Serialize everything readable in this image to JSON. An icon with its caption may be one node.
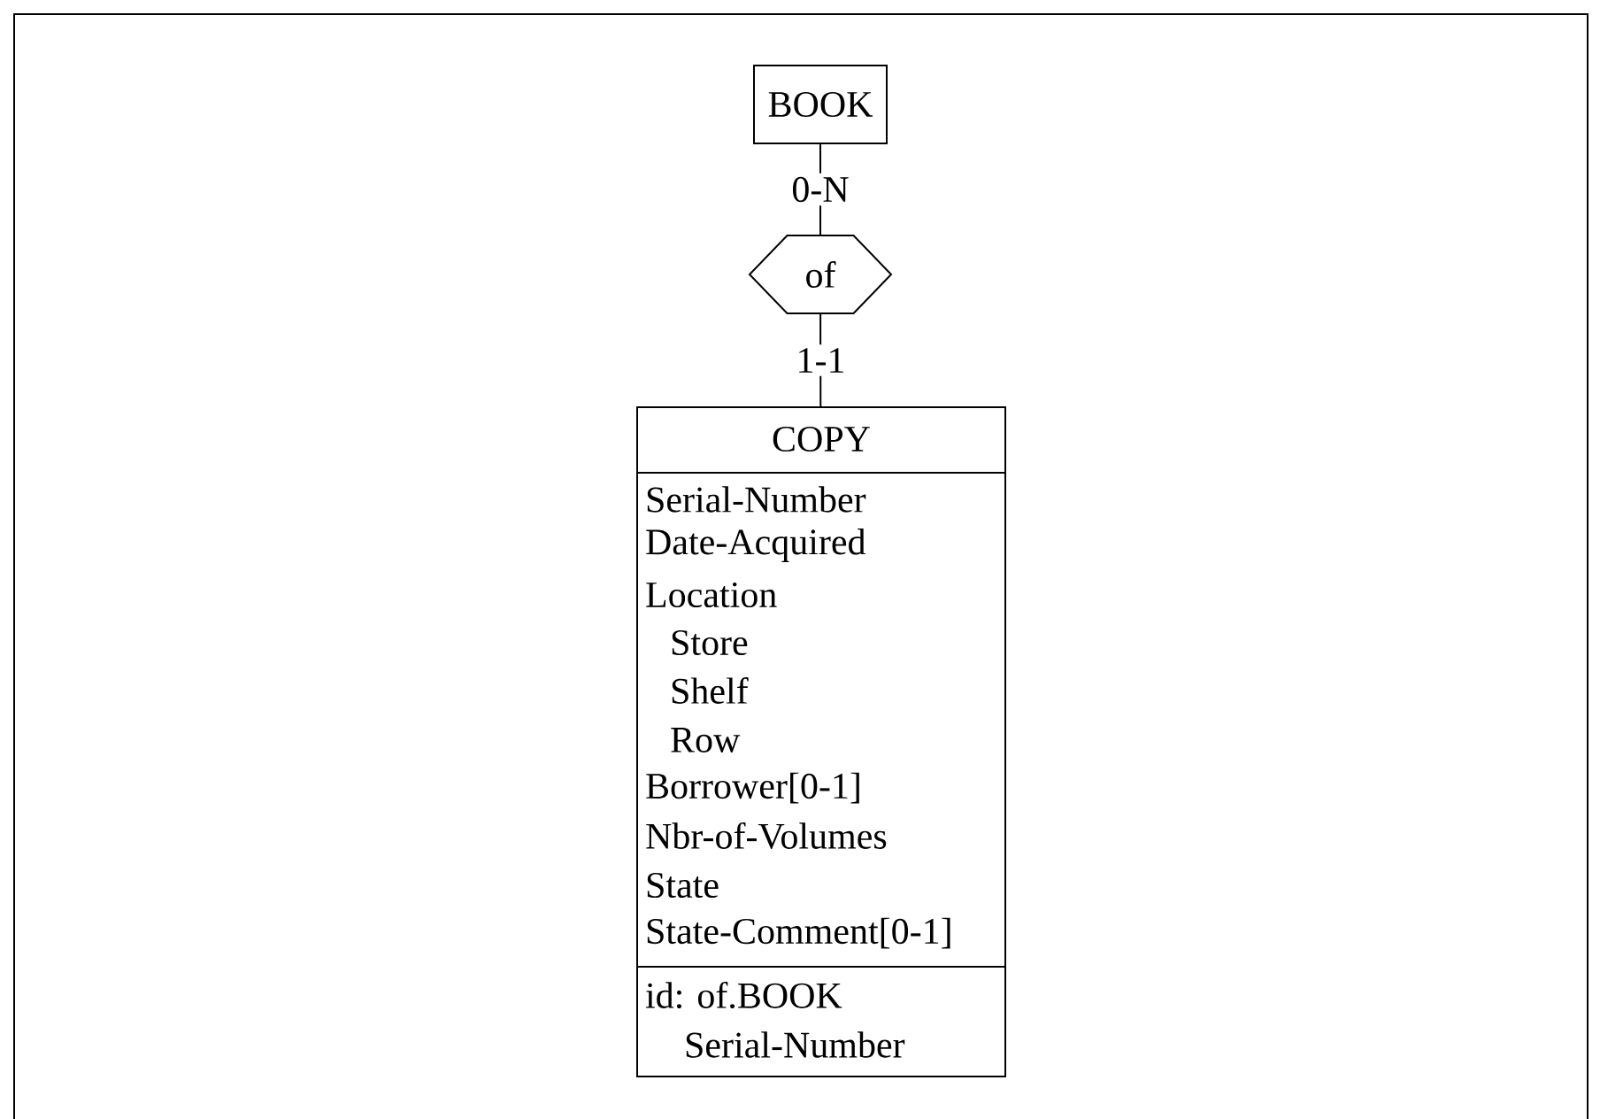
{
  "diagram": {
    "nodes": [
      {
        "text": [
          "BOOK"
        ]
      },
      {
        "text": [
          "of"
        ]
      },
      {
        "text": [
          "COPY",
          "Serial-Number",
          "Date-Acquired",
          "Location",
          "Store",
          "Shelf",
          "Row",
          "Borrower[0-1]",
          "Nbr-of-Volumes",
          "State",
          "State-Comment[0-1]",
          "id: of.BOOK",
          "Serial-Number"
        ]
      }
    ],
    "edges": [
      {
        "from": 0,
        "to": 1,
        "arrow": "none",
        "label": "0-N"
      },
      {
        "from": 1,
        "to": 2,
        "arrow": "none",
        "label": "1-1"
      }
    ]
  }
}
